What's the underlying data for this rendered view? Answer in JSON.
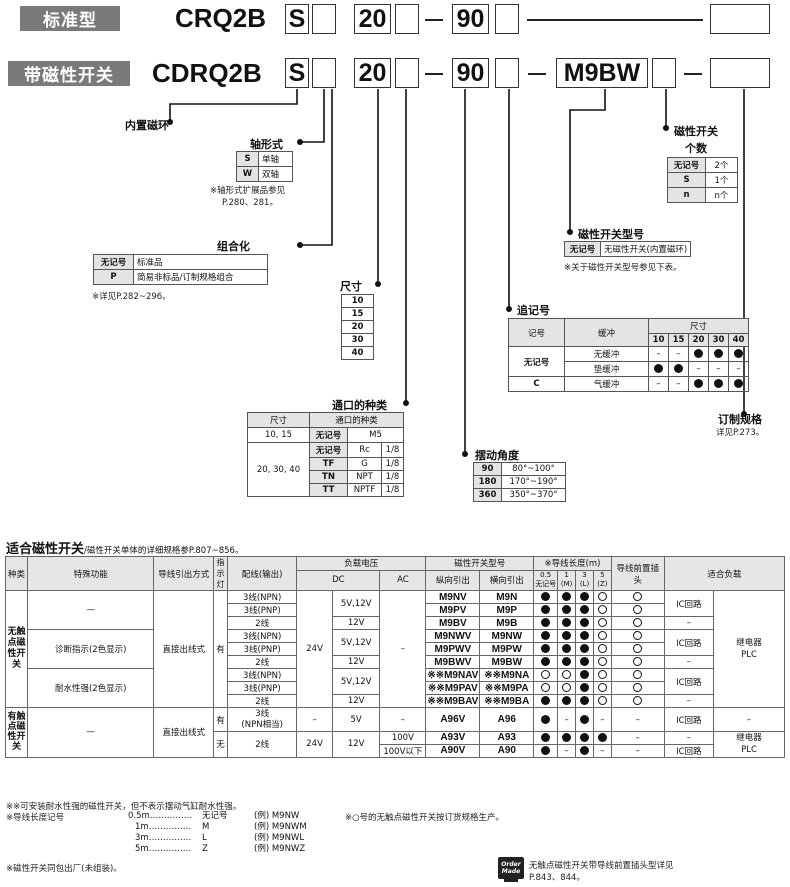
{
  "header": {
    "row1_badge": "标准型",
    "row1_code": "CRQ2B",
    "row2_badge": "带磁性开关",
    "row2_code": "CDRQ2B",
    "box_s": "S",
    "box_20": "20",
    "box_90": "90",
    "box_m9bw": "M9BW"
  },
  "builtin_magnet": "内置磁环",
  "shaft": {
    "title": "轴形式",
    "rows": [
      [
        "S",
        "单轴"
      ],
      [
        "W",
        "双轴"
      ]
    ],
    "note1": "※轴形式扩展品参见",
    "note2": "P.280、281。"
  },
  "combo": {
    "title": "组合化",
    "rows": [
      [
        "无记号",
        "标准品"
      ],
      [
        "P",
        "简易非标品/订制规格组合"
      ]
    ],
    "note": "※详见P.282~296。"
  },
  "size": {
    "title": "尺寸",
    "values": [
      "10",
      "15",
      "20",
      "30",
      "40"
    ]
  },
  "port": {
    "title": "通口的种类",
    "head1": "尺寸",
    "head2": "通口的种类",
    "row_a_size": "10, 15",
    "row_a": [
      "无记号",
      "M5",
      ""
    ],
    "row_b_size": "20, 30, 40",
    "rows_b": [
      [
        "无记号",
        "Rc",
        "1/8"
      ],
      [
        "TF",
        "G",
        "1/8"
      ],
      [
        "TN",
        "NPT",
        "1/8"
      ],
      [
        "TT",
        "NPTF",
        "1/8"
      ]
    ]
  },
  "angle": {
    "title": "摆动角度",
    "rows": [
      [
        "90",
        "80°~100°"
      ],
      [
        "180",
        "170°~190°"
      ],
      [
        "360",
        "350°~370°"
      ]
    ]
  },
  "switch_qty": {
    "title1": "磁性开关",
    "title2": "个数",
    "rows": [
      [
        "无记号",
        "2个"
      ],
      [
        "S",
        "1个"
      ],
      [
        "n",
        "n个"
      ]
    ]
  },
  "switch_model": {
    "title": "磁性开关型号",
    "row": [
      "无记号",
      "无磁性开关(内置磁环)"
    ],
    "note": "※关于磁性开关型号参见下表。"
  },
  "option": {
    "title": "追记号",
    "h_code": "记号",
    "h_cushion": "缓冲",
    "h_size": "尺寸",
    "sizes": [
      "10",
      "15",
      "20",
      "30",
      "40"
    ],
    "rows": [
      {
        "code": "无记号",
        "cushion": "无缓冲",
        "marks": [
          "–",
          "–",
          "●",
          "●",
          "●"
        ]
      },
      {
        "code": "",
        "cushion": "垫缓冲",
        "marks": [
          "●",
          "●",
          "–",
          "–",
          "–"
        ]
      },
      {
        "code": "C",
        "cushion": "气缓冲",
        "marks": [
          "–",
          "–",
          "●",
          "●",
          "●"
        ]
      }
    ]
  },
  "custom": {
    "title": "订制规格",
    "note": "详见P.273。"
  },
  "section": {
    "title": "适合磁性开关",
    "subtitle": "/磁性开关单体的详细规格参P.807~856。"
  },
  "table": {
    "h": {
      "kind": "种类",
      "special": "特殊功能",
      "lead": "导线引出方式",
      "ind": "指示灯",
      "wiring": "配线(输出)",
      "voltage": "负载电压",
      "dc": "DC",
      "ac": "AC",
      "model": "磁性开关型号",
      "vert": "纵向引出",
      "horiz": "横向引出",
      "len": "※导线长度(m)",
      "l05": "0.5",
      "l05s": "无记号",
      "l1": "1",
      "l1s": "(M)",
      "l3": "3",
      "l3s": "(L)",
      "l5": "5",
      "l5s": "(Z)",
      "preplug": "导线前置插头",
      "load": "适合负载"
    },
    "kind_solid": "无触点磁性开关",
    "kind_reed": "有触点磁性开关",
    "special_none": "—",
    "special_diag": "诊断指示(2色显示)",
    "special_water": "耐水性强(2色显示)",
    "lead_direct": "直接出线式",
    "ind_yes": "有",
    "ind_no": "无",
    "dc_24v": "24V",
    "load_ic": "IC回路",
    "load_relay": "继电器",
    "load_plc": "PLC",
    "dash": "–",
    "solid_rows": [
      {
        "w": "3线(NPN)",
        "v": "5V,12V",
        "mv": "M9NV",
        "mh": "M9N",
        "l": [
          "●",
          "●",
          "●",
          "○"
        ],
        "p": "○"
      },
      {
        "w": "3线(PNP)",
        "v": "",
        "mv": "M9PV",
        "mh": "M9P",
        "l": [
          "●",
          "●",
          "●",
          "○"
        ],
        "p": "○"
      },
      {
        "w": "2线",
        "v": "12V",
        "mv": "M9BV",
        "mh": "M9B",
        "l": [
          "●",
          "●",
          "●",
          "○"
        ],
        "p": "○"
      },
      {
        "w": "3线(NPN)",
        "v": "5V,12V",
        "mv": "M9NWV",
        "mh": "M9NW",
        "l": [
          "●",
          "●",
          "●",
          "○"
        ],
        "p": "○"
      },
      {
        "w": "3线(PNP)",
        "v": "",
        "mv": "M9PWV",
        "mh": "M9PW",
        "l": [
          "●",
          "●",
          "●",
          "○"
        ],
        "p": "○"
      },
      {
        "w": "2线",
        "v": "12V",
        "mv": "M9BWV",
        "mh": "M9BW",
        "l": [
          "●",
          "●",
          "●",
          "○"
        ],
        "p": "○"
      },
      {
        "w": "3线(NPN)",
        "v": "5V,12V",
        "mv": "※※M9NAV",
        "mh": "※※M9NA",
        "l": [
          "○",
          "○",
          "●",
          "○"
        ],
        "p": "○"
      },
      {
        "w": "3线(PNP)",
        "v": "",
        "mv": "※※M9PAV",
        "mh": "※※M9PA",
        "l": [
          "○",
          "○",
          "●",
          "○"
        ],
        "p": "○"
      },
      {
        "w": "2线",
        "v": "12V",
        "mv": "※※M9BAV",
        "mh": "※※M9BA",
        "l": [
          "●",
          "●",
          "●",
          "○"
        ],
        "p": "○"
      }
    ],
    "reed_rows": [
      {
        "w": "3线",
        "w2": "(NPN相当)",
        "dc1": "–",
        "dc2": "5V",
        "ac": "–",
        "mv": "A96V",
        "mh": "A96",
        "l": [
          "●",
          "–",
          "●",
          "–"
        ],
        "p": "–"
      },
      {
        "w": "2线",
        "dc1": "24V",
        "dc2": "12V",
        "ac": "100V",
        "mv": "A93V",
        "mh": "A93",
        "l": [
          "●",
          "●",
          "●",
          "●"
        ],
        "p": "–"
      },
      {
        "w": "",
        "dc1": "",
        "dc2": "",
        "ac": "100V以下",
        "mv": "A90V",
        "mh": "A90",
        "l": [
          "●",
          "–",
          "●",
          "–"
        ],
        "p": "–"
      }
    ]
  },
  "footnotes": {
    "f1": "※※可安装耐水性强的磁性开关，但不表示摆动气缸耐水性强。",
    "f2": "※导线长度记号",
    "len_rows": [
      [
        "0.5m……………",
        "无记号",
        "(例) M9NW"
      ],
      [
        "1m……………",
        "M",
        "(例) M9NWM"
      ],
      [
        "3m……………",
        "L",
        "(例) M9NWL"
      ],
      [
        "5m……………",
        "Z",
        "(例) M9NWZ"
      ]
    ],
    "f3": "※○号的无触点磁性开关按订货规格生产。",
    "f4": "※磁性开关同包出厂(未组装)。",
    "om_badge": "Order Made",
    "om1": "无触点磁性开关带导线前置插头型详见",
    "om2": "P.843、844。"
  },
  "colors": {
    "badge": "#7a7a7a",
    "header_cell": "#e6e6e6"
  }
}
